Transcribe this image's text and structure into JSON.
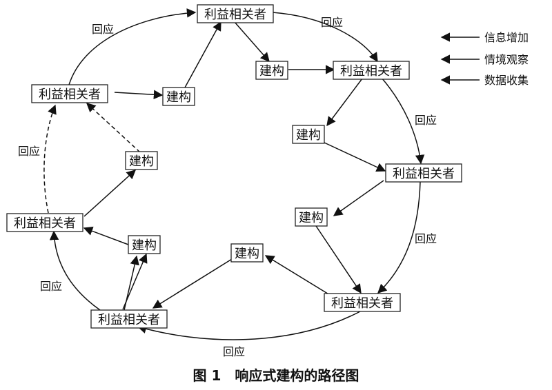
{
  "diagram": {
    "nodes": {
      "stakeholder": "利益相关者",
      "construct": "建构"
    },
    "edge_label": "回应",
    "legend": [
      {
        "label": "信息增加"
      },
      {
        "label": "情境观察"
      },
      {
        "label": "数据收集"
      }
    ],
    "caption": "图 1　响应式建构的路径图"
  }
}
